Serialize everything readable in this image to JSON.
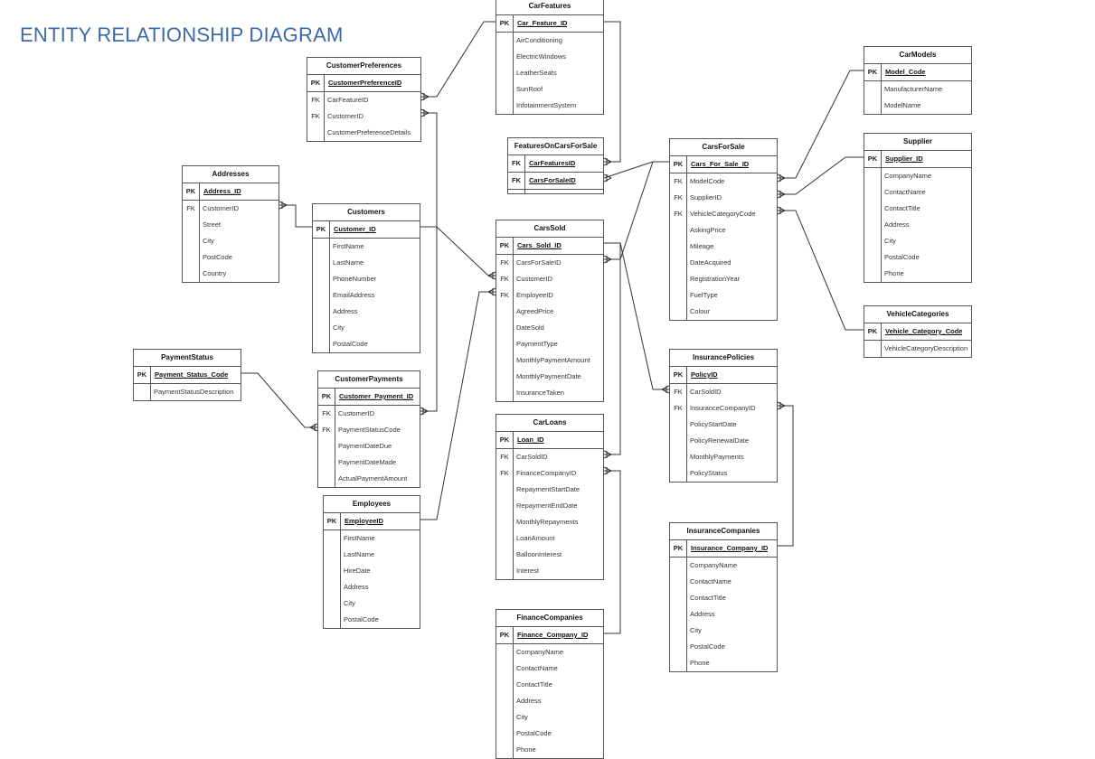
{
  "title": "ENTITY RELATIONSHIP DIAGRAM",
  "entities": [
    {
      "name": "CarFeatures",
      "pk": "Car_Feature_ID",
      "fields": [
        {
          "key": "",
          "name": "AirConditioning"
        },
        {
          "key": "",
          "name": "ElectricWindows"
        },
        {
          "key": "",
          "name": "LeatherSeats"
        },
        {
          "key": "",
          "name": "SunRoof"
        },
        {
          "key": "",
          "name": "InfotainmentSystem"
        }
      ]
    },
    {
      "name": "CustomerPreferences",
      "pk": "CustomerPreferenceID",
      "fields": [
        {
          "key": "FK",
          "name": "CarFeatureID"
        },
        {
          "key": "FK",
          "name": "CustomerID"
        },
        {
          "key": "",
          "name": "CustomerPreferenceDetails"
        }
      ]
    },
    {
      "name": "FeaturesOnCarsForSale",
      "pk": "CarFeaturesID",
      "pk2": "CarsForSaleID",
      "fields": []
    },
    {
      "name": "CarModels",
      "pk": "Model_Code",
      "fields": [
        {
          "key": "",
          "name": "ManufacturerName"
        },
        {
          "key": "",
          "name": "ModelName"
        }
      ]
    },
    {
      "name": "Supplier",
      "pk": "Supplier_ID",
      "fields": [
        {
          "key": "",
          "name": "CompanyName"
        },
        {
          "key": "",
          "name": "ContactName"
        },
        {
          "key": "",
          "name": "ContactTitle"
        },
        {
          "key": "",
          "name": "Address"
        },
        {
          "key": "",
          "name": "City"
        },
        {
          "key": "",
          "name": "PostalCode"
        },
        {
          "key": "",
          "name": "Phone"
        }
      ]
    },
    {
      "name": "CarsForSale",
      "pk": "Cars_For_Sale_ID",
      "fields": [
        {
          "key": "FK",
          "name": "ModelCode"
        },
        {
          "key": "FK",
          "name": "SupplierID"
        },
        {
          "key": "FK",
          "name": "VehicleCategoryCode"
        },
        {
          "key": "",
          "name": "AskingPrice"
        },
        {
          "key": "",
          "name": "Mileage"
        },
        {
          "key": "",
          "name": "DateAcquired"
        },
        {
          "key": "",
          "name": "RegistrationYear"
        },
        {
          "key": "",
          "name": "FuelType"
        },
        {
          "key": "",
          "name": "Colour"
        }
      ]
    },
    {
      "name": "Addresses",
      "pk": "Address_ID",
      "fields": [
        {
          "key": "FK",
          "name": "CustomerID"
        },
        {
          "key": "",
          "name": "Street"
        },
        {
          "key": "",
          "name": "City"
        },
        {
          "key": "",
          "name": "PostCode"
        },
        {
          "key": "",
          "name": "Country"
        }
      ]
    },
    {
      "name": "Customers",
      "pk": "Customer_ID",
      "fields": [
        {
          "key": "",
          "name": "FirstName"
        },
        {
          "key": "",
          "name": "LastName"
        },
        {
          "key": "",
          "name": "PhoneNumber"
        },
        {
          "key": "",
          "name": "EmailAddress"
        },
        {
          "key": "",
          "name": "Address"
        },
        {
          "key": "",
          "name": "City"
        },
        {
          "key": "",
          "name": "PostalCode"
        }
      ]
    },
    {
      "name": "CarsSold",
      "pk": "Cars_Sold_ID",
      "fields": [
        {
          "key": "FK",
          "name": "CarsForSaleID"
        },
        {
          "key": "FK",
          "name": "CustomerID"
        },
        {
          "key": "FK",
          "name": "EmployeeID"
        },
        {
          "key": "",
          "name": "AgreedPrice"
        },
        {
          "key": "",
          "name": "DateSold"
        },
        {
          "key": "",
          "name": "PaymentType"
        },
        {
          "key": "",
          "name": "MonthlyPaymentAmount"
        },
        {
          "key": "",
          "name": "MonthlyPaymentDate"
        },
        {
          "key": "",
          "name": "InsuranceTaken"
        }
      ]
    },
    {
      "name": "VehicleCategories",
      "pk": "Vehicle_Category_Code",
      "fields": [
        {
          "key": "",
          "name": "VehicleCategoryDescription"
        }
      ]
    },
    {
      "name": "PaymentStatus",
      "pk": "Payment_Status_Code",
      "fields": [
        {
          "key": "",
          "name": "PaymentStatusDescription"
        }
      ]
    },
    {
      "name": "CustomerPayments",
      "pk": "Customer_Payment_ID",
      "fields": [
        {
          "key": "FK",
          "name": "CustomerID"
        },
        {
          "key": "FK",
          "name": "PaymentStatusCode"
        },
        {
          "key": "",
          "name": "PaymentDateDue"
        },
        {
          "key": "",
          "name": "PaymentDateMade"
        },
        {
          "key": "",
          "name": "ActualPaymentAmount"
        }
      ]
    },
    {
      "name": "InsurancePolicies",
      "pk": "PolicyID",
      "fields": [
        {
          "key": "FK",
          "name": "CarSoldID"
        },
        {
          "key": "FK",
          "name": "InsuranceCompanyID"
        },
        {
          "key": "",
          "name": "PolicyStartDate"
        },
        {
          "key": "",
          "name": "PolicyRenewalDate"
        },
        {
          "key": "",
          "name": "MonthlyPayments"
        },
        {
          "key": "",
          "name": "PolicyStatus"
        }
      ]
    },
    {
      "name": "CarLoans",
      "pk": "Loan_ID",
      "fields": [
        {
          "key": "FK",
          "name": "CarSoldID"
        },
        {
          "key": "FK",
          "name": "FinanceCompanyID"
        },
        {
          "key": "",
          "name": "RepaymentStartDate"
        },
        {
          "key": "",
          "name": "RepaymentEndDate"
        },
        {
          "key": "",
          "name": "MonthlyRepayments"
        },
        {
          "key": "",
          "name": "LoanAmount"
        },
        {
          "key": "",
          "name": "BalloonInterest"
        },
        {
          "key": "",
          "name": "Interest"
        }
      ]
    },
    {
      "name": "Employees",
      "pk": "EmployeeID",
      "fields": [
        {
          "key": "",
          "name": "FirstName"
        },
        {
          "key": "",
          "name": "LastName"
        },
        {
          "key": "",
          "name": "HireDate"
        },
        {
          "key": "",
          "name": "Address"
        },
        {
          "key": "",
          "name": "City"
        },
        {
          "key": "",
          "name": "PostalCode"
        }
      ]
    },
    {
      "name": "InsuranceCompanies",
      "pk": "Insurance_Company_ID",
      "fields": [
        {
          "key": "",
          "name": "CompanyName"
        },
        {
          "key": "",
          "name": "ContactName"
        },
        {
          "key": "",
          "name": "ContactTitle"
        },
        {
          "key": "",
          "name": "Address"
        },
        {
          "key": "",
          "name": "City"
        },
        {
          "key": "",
          "name": "PostalCode"
        },
        {
          "key": "",
          "name": "Phone"
        }
      ]
    },
    {
      "name": "FinanceCompanies",
      "pk": "Finance_Company_ID",
      "fields": [
        {
          "key": "",
          "name": "CompanyName"
        },
        {
          "key": "",
          "name": "ContactName"
        },
        {
          "key": "",
          "name": "ContactTitle"
        },
        {
          "key": "",
          "name": "Address"
        },
        {
          "key": "",
          "name": "City"
        },
        {
          "key": "",
          "name": "PostalCode"
        },
        {
          "key": "",
          "name": "Phone"
        }
      ]
    }
  ],
  "relationships": [
    {
      "from": "CarFeatures",
      "to": "CustomerPreferences"
    },
    {
      "from": "CarFeatures",
      "to": "FeaturesOnCarsForSale"
    },
    {
      "from": "CarsForSale",
      "to": "FeaturesOnCarsForSale"
    },
    {
      "from": "CarModels",
      "to": "CarsForSale"
    },
    {
      "from": "Supplier",
      "to": "CarsForSale"
    },
    {
      "from": "VehicleCategories",
      "to": "CarsForSale"
    },
    {
      "from": "Customers",
      "to": "Addresses"
    },
    {
      "from": "Customers",
      "to": "CustomerPreferences"
    },
    {
      "from": "Customers",
      "to": "CustomerPayments"
    },
    {
      "from": "Customers",
      "to": "CarsSold"
    },
    {
      "from": "CarsForSale",
      "to": "CarsSold"
    },
    {
      "from": "Employees",
      "to": "CarsSold"
    },
    {
      "from": "PaymentStatus",
      "to": "CustomerPayments"
    },
    {
      "from": "CarsSold",
      "to": "InsurancePolicies"
    },
    {
      "from": "CarsSold",
      "to": "CarLoans"
    },
    {
      "from": "InsuranceCompanies",
      "to": "InsurancePolicies"
    },
    {
      "from": "FinanceCompanies",
      "to": "CarLoans"
    }
  ]
}
